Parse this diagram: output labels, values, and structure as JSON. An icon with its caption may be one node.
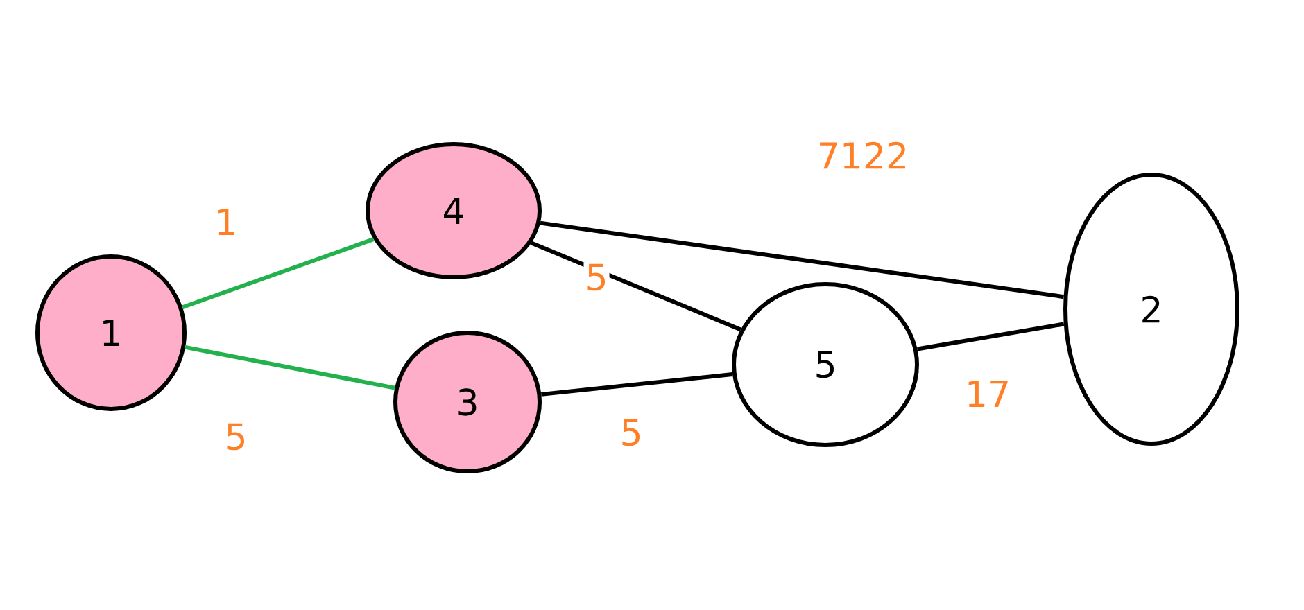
{
  "diagram": {
    "nodes": [
      {
        "text": [
          "1"
        ]
      },
      {
        "text": [
          "4"
        ]
      },
      {
        "text": [
          "3"
        ]
      },
      {
        "text": [
          "5"
        ]
      },
      {
        "text": [
          "2"
        ]
      }
    ],
    "edges": [
      {
        "from": 0,
        "to": 1,
        "arrow": "none",
        "label": "1",
        "color": "#22b14c"
      },
      {
        "from": 0,
        "to": 2,
        "arrow": "none",
        "label": "5",
        "color": "#22b14c"
      },
      {
        "from": 1,
        "to": 4,
        "arrow": "none",
        "label": "7122"
      },
      {
        "from": 1,
        "to": 3,
        "arrow": "none",
        "label": "5"
      },
      {
        "from": 2,
        "to": 3,
        "arrow": "none",
        "label": "5"
      },
      {
        "from": 3,
        "to": 4,
        "arrow": "none",
        "label": "17"
      }
    ]
  }
}
